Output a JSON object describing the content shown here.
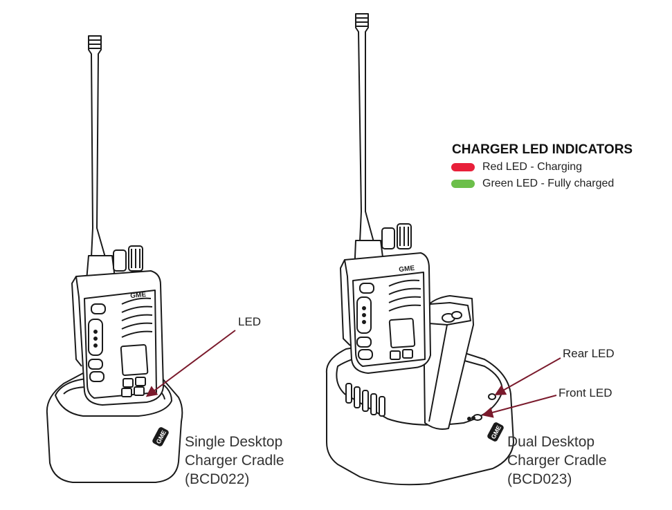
{
  "legend": {
    "title": "CHARGER LED INDICATORS",
    "items": [
      {
        "color": "#e8203a",
        "label": "Red LED - Charging"
      },
      {
        "color": "#6cbf4a",
        "label": "Green LED - Fully charged"
      }
    ]
  },
  "callouts": {
    "led": "LED",
    "rear_led": "Rear LED",
    "front_led": "Front LED"
  },
  "single_cradle": {
    "line1": "Single Desktop",
    "line2": "Charger Cradle",
    "line3": "(BCD022)"
  },
  "dual_cradle": {
    "line1": "Dual Desktop",
    "line2": "Charger Cradle",
    "line3": "(BCD023)"
  },
  "brand_marks": {
    "radio": "GME",
    "cradle": "GME"
  },
  "colors": {
    "arrow": "#7a1a2c",
    "outline": "#1a1a1a"
  }
}
